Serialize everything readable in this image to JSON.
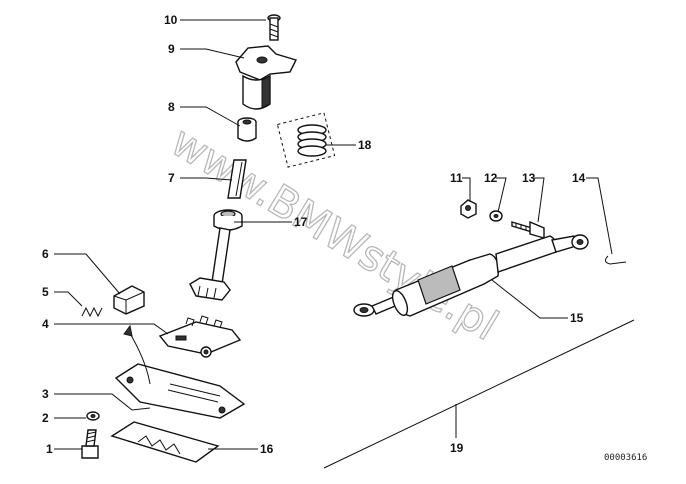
{
  "watermark": "www.BMWstyle.pl",
  "reference": "00003616",
  "callouts": {
    "c1": "1",
    "c2": "2",
    "c3": "3",
    "c4": "4",
    "c5": "5",
    "c6": "6",
    "c7": "7",
    "c8": "8",
    "c9": "9",
    "c10": "10",
    "c11": "11",
    "c12": "12",
    "c13": "13",
    "c14": "14",
    "c15": "15",
    "c16": "16",
    "c17": "17",
    "c18": "18",
    "c19": "19"
  }
}
